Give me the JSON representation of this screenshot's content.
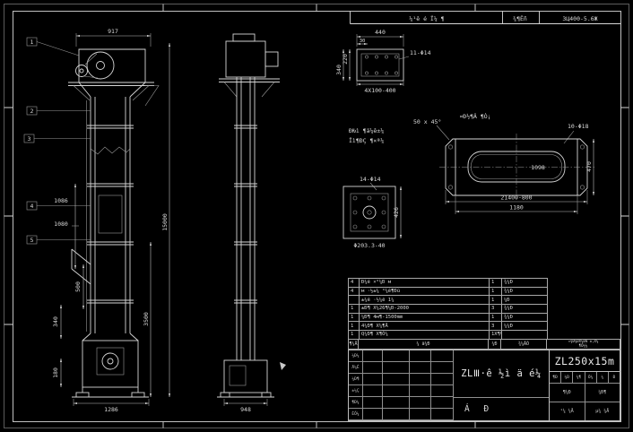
{
  "sheet": {
    "header_c1": "¼¹ê é Ï¼ ¶",
    "header_c2": "¾¶Êñ",
    "header_c3": "3Ц400-5.6Ж"
  },
  "front_view": {
    "callouts": [
      "1",
      "2",
      "3",
      "4",
      "5"
    ],
    "dim_width": "917",
    "dim_height": "15000",
    "dim_lower": "3500",
    "dim_1086": "1086",
    "dim_1080": "1080",
    "dim_500": "500",
    "dim_340": "340",
    "dim_180": "180",
    "dim_base": "1286"
  },
  "side_view": {
    "dim_base": "948"
  },
  "flange_section": {
    "dim_overall": "440",
    "dim_edge": "30",
    "dim_left_inner": "220",
    "dim_left_outer": "340",
    "holes_label": "11-Φ14",
    "dim_pitch": "4Χ100-400",
    "note1": "ÐǶì ¶ä¼ê±¼",
    "note2": "Ïì¶ÐÇ ¶×ª¼"
  },
  "long_part": {
    "label": "¤Ð½¶Ä ¶Ò¡",
    "chamfer": "50 x 45°",
    "holes_label": "10-Φ18",
    "slot_dim": "1098",
    "dim_height": "470",
    "dim_length": "21400-800",
    "dim_inner": "1180"
  },
  "base_section": {
    "holes_label": "14-Φ14",
    "pipe_label": "Φ203.3-40",
    "dim_side": "426"
  },
  "bom": {
    "rows": [
      {
        "n": "4",
        "d": "Ð¼ê ×°¼Ð м",
        "q": "1",
        "m": "¾¼Ð"
      },
      {
        "n": "4",
        "d": "м ·½±¼ °¼ê¶Ðù",
        "q": "1",
        "m": "¾¼Ð"
      },
      {
        "n": "",
        "d": "±¼ê ·½¼ê 1¼",
        "q": "1",
        "m": "¼Ð"
      },
      {
        "n": "1",
        "d": "±Ð¶ Χ¼26¶¼Ð-2000",
        "q": "3",
        "m": "¾¼Ð"
      },
      {
        "n": "1",
        "d": "¼Ð¶ 4м¶-1500mm",
        "q": "1",
        "m": "¾¼Ð"
      },
      {
        "n": "1",
        "d": "4¼Ð¶ Χ¼¶Å",
        "q": "3",
        "m": "¼¼Ð"
      },
      {
        "n": "1",
        "d": "Q¼Ð¶ Χ¶Ó¼",
        "q": "1Χ¶¼=¶¼",
        "m": ""
      }
    ],
    "header": {
      "c1": "¶¼Å",
      "c2": "¼ ä¼Ð",
      "c3": "¼Ð",
      "c4": "¾¼ÄÒ"
    }
  },
  "title_block": {
    "model": "ZL250x15m",
    "title": "ZLⅢ·ê ½ì ä é¼",
    "scale": "Á Ð",
    "note1": "¤¾Ð¼ÐΧ¼ÐÆ ±,Χ¼",
    "note2": "¶Ó¼¼",
    "left_cells": [
      "¼Ð¼",
      "Ä¼É",
      "¼Ð¶",
      "±¼Ç",
      "¶Ð¼",
      "ÈÕ¼"
    ],
    "right_cells": [
      "¶Ð",
      "¼Ð",
      "¼¶",
      "Ò¼",
      "¼",
      "Ð"
    ],
    "bottom_cells": [
      "¶¼Ð",
      "¼Ð¶",
      "¹¼ ¼Å",
      "µ¼ ¼Å"
    ]
  }
}
